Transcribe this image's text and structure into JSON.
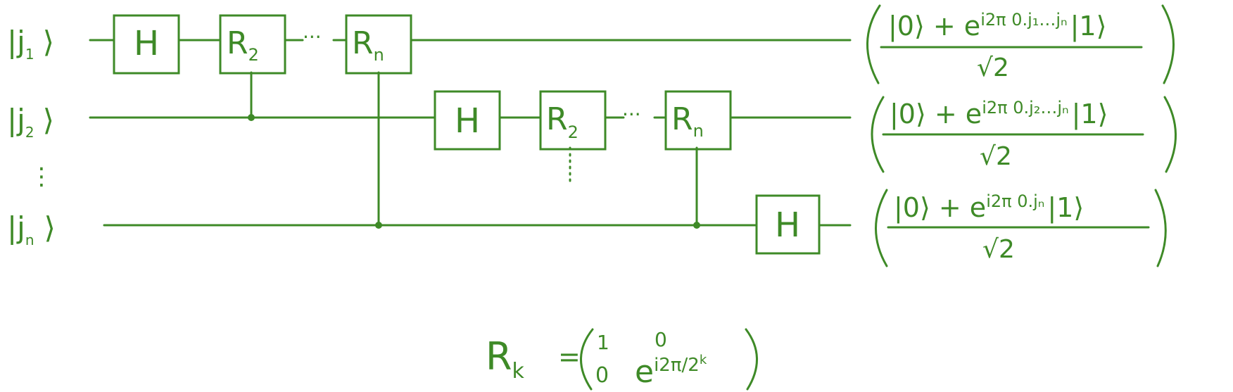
{
  "color": "#3e8a27",
  "inputs": [
    {
      "ket": "|j",
      "sub": "1",
      "close": "⟩"
    },
    {
      "ket": "|j",
      "sub": "2",
      "close": "⟩"
    },
    {
      "ket": "|j",
      "sub": "n",
      "close": "⟩"
    }
  ],
  "input_ellipsis": "⋮",
  "gates": {
    "h": "H",
    "r_main": "R",
    "r2_sub": "2",
    "rn_sub": "n"
  },
  "wire_ellipsis": "···",
  "control_ellipsis": "⋮",
  "outputs": [
    {
      "numerator_prefix": "|0⟩ + e",
      "exponent": "i2π 0.j₁…jₙ",
      "numerator_suffix": "|1⟩",
      "denominator": "√2"
    },
    {
      "numerator_prefix": "|0⟩ + e",
      "exponent": "i2π 0.j₂…jₙ",
      "numerator_suffix": "|1⟩",
      "denominator": "√2"
    },
    {
      "numerator_prefix": "|0⟩ + e",
      "exponent": "i2π 0.jₙ",
      "numerator_suffix": "|1⟩",
      "denominator": "√2"
    }
  ],
  "formula": {
    "lhs": "R",
    "lhs_sub": "k",
    "equals": "=",
    "m11": "1",
    "m12": "0",
    "m21": "0",
    "m22_base": "e",
    "m22_exp": "i2π/2",
    "m22_exp_sup": "k"
  }
}
